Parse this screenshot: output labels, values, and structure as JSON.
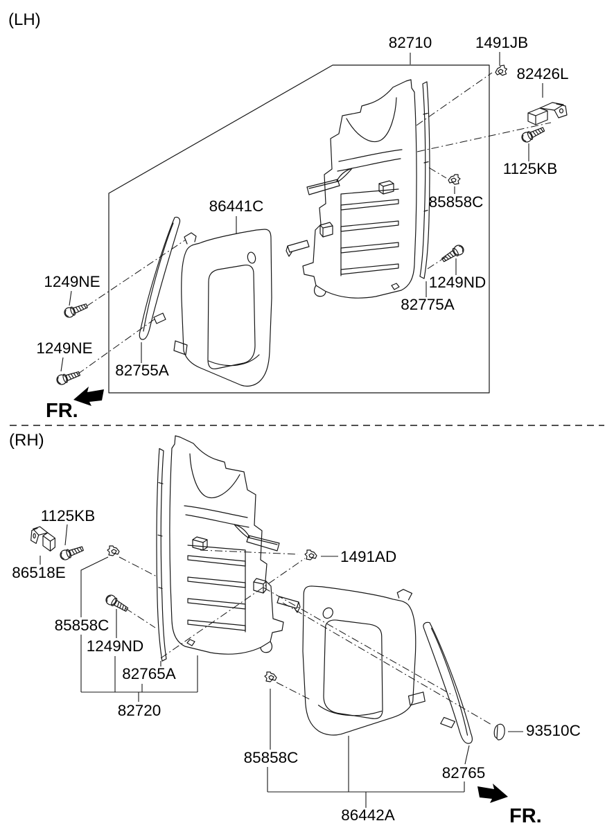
{
  "lh": {
    "section_label": "(LH)",
    "front_label": "FR.",
    "parts": {
      "82710": "82710",
      "1491JB": "1491JB",
      "82426L": "82426L",
      "1125KB": "1125KB",
      "85858C": "85858C",
      "1249ND": "1249ND",
      "82775A": "82775A",
      "86441C": "86441C",
      "1249NE": "1249NE",
      "82755A": "82755A"
    }
  },
  "rh": {
    "section_label": "(RH)",
    "front_label": "FR.",
    "parts": {
      "1125KB": "1125KB",
      "86518E": "86518E",
      "85858C": "85858C",
      "1249ND": "1249ND",
      "82765A": "82765A",
      "82720": "82720",
      "1491AD": "1491AD",
      "93510C": "93510C",
      "82765": "82765",
      "86442A": "86442A"
    }
  },
  "colors": {
    "line": "#151515",
    "label": "#000000",
    "background": "#ffffff"
  }
}
